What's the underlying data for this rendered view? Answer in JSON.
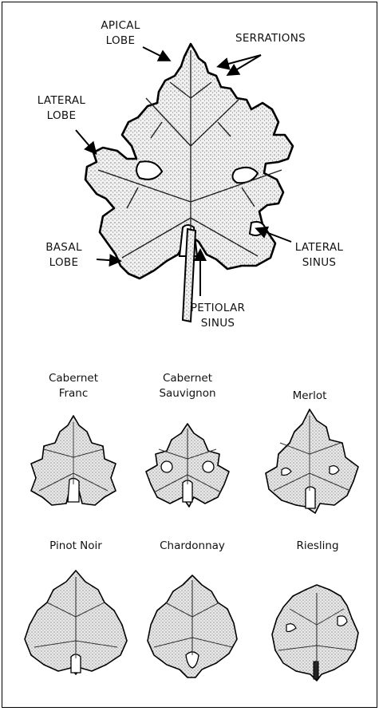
{
  "diagram": {
    "labels": {
      "apical": [
        "APICAL",
        "LOBE"
      ],
      "serrations": "SERRATIONS",
      "lateral_lobe": [
        "LATERAL",
        "LOBE"
      ],
      "basal": [
        "BASAL",
        "LOBE"
      ],
      "lateral_sinus": [
        "LATERAL",
        "SINUS"
      ],
      "petiolar": [
        "PETIOLAR",
        "SINUS"
      ]
    }
  },
  "varieties": [
    {
      "name": [
        "Cabernet",
        "Franc"
      ]
    },
    {
      "name": [
        "Cabernet",
        "Sauvignon"
      ]
    },
    {
      "name": [
        "Merlot"
      ]
    },
    {
      "name": [
        "Pinot Noir"
      ]
    },
    {
      "name": [
        "Chardonnay"
      ]
    },
    {
      "name": [
        "Riesling"
      ]
    }
  ]
}
